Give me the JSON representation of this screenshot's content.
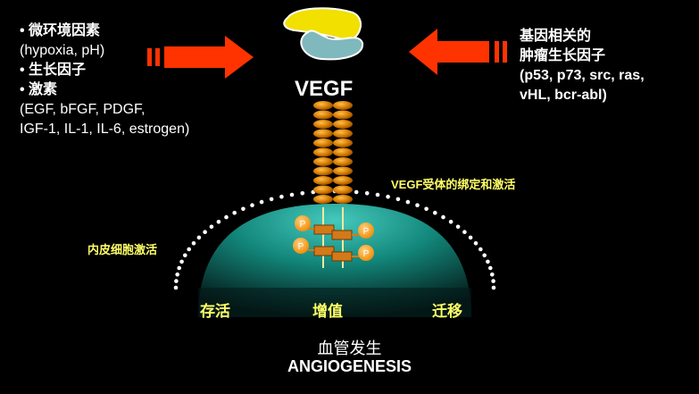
{
  "left": {
    "lines": [
      "• 微环境因素",
      "(hypoxia, pH)",
      "• 生长因子",
      "• 激素",
      "(EGF, bFGF, PDGF,",
      "IGF-1, IL-1, IL-6, estrogen)"
    ]
  },
  "right": {
    "lines": [
      "基因相关的",
      "肿瘤生长因子",
      "(p53, p73, src, ras,",
      "vHL, bcr-abl)"
    ]
  },
  "center": {
    "title": "VEGF",
    "receptor_label": "VEGF受体的绑定和激活",
    "endothelial_label": "内皮细胞激活",
    "phospho_label": "P"
  },
  "outcomes": [
    "存活",
    "增值",
    "迁移"
  ],
  "bottom": {
    "cn": "血管发生",
    "en": "ANGIOGENESIS"
  },
  "colors": {
    "arrow": "#ff3300",
    "bead": "#e07b00",
    "dome_top": "#2fb3a6",
    "dome_bottom": "#0a2c2a",
    "phospho": "#ff9900",
    "yellow_text": "#ffff66"
  }
}
